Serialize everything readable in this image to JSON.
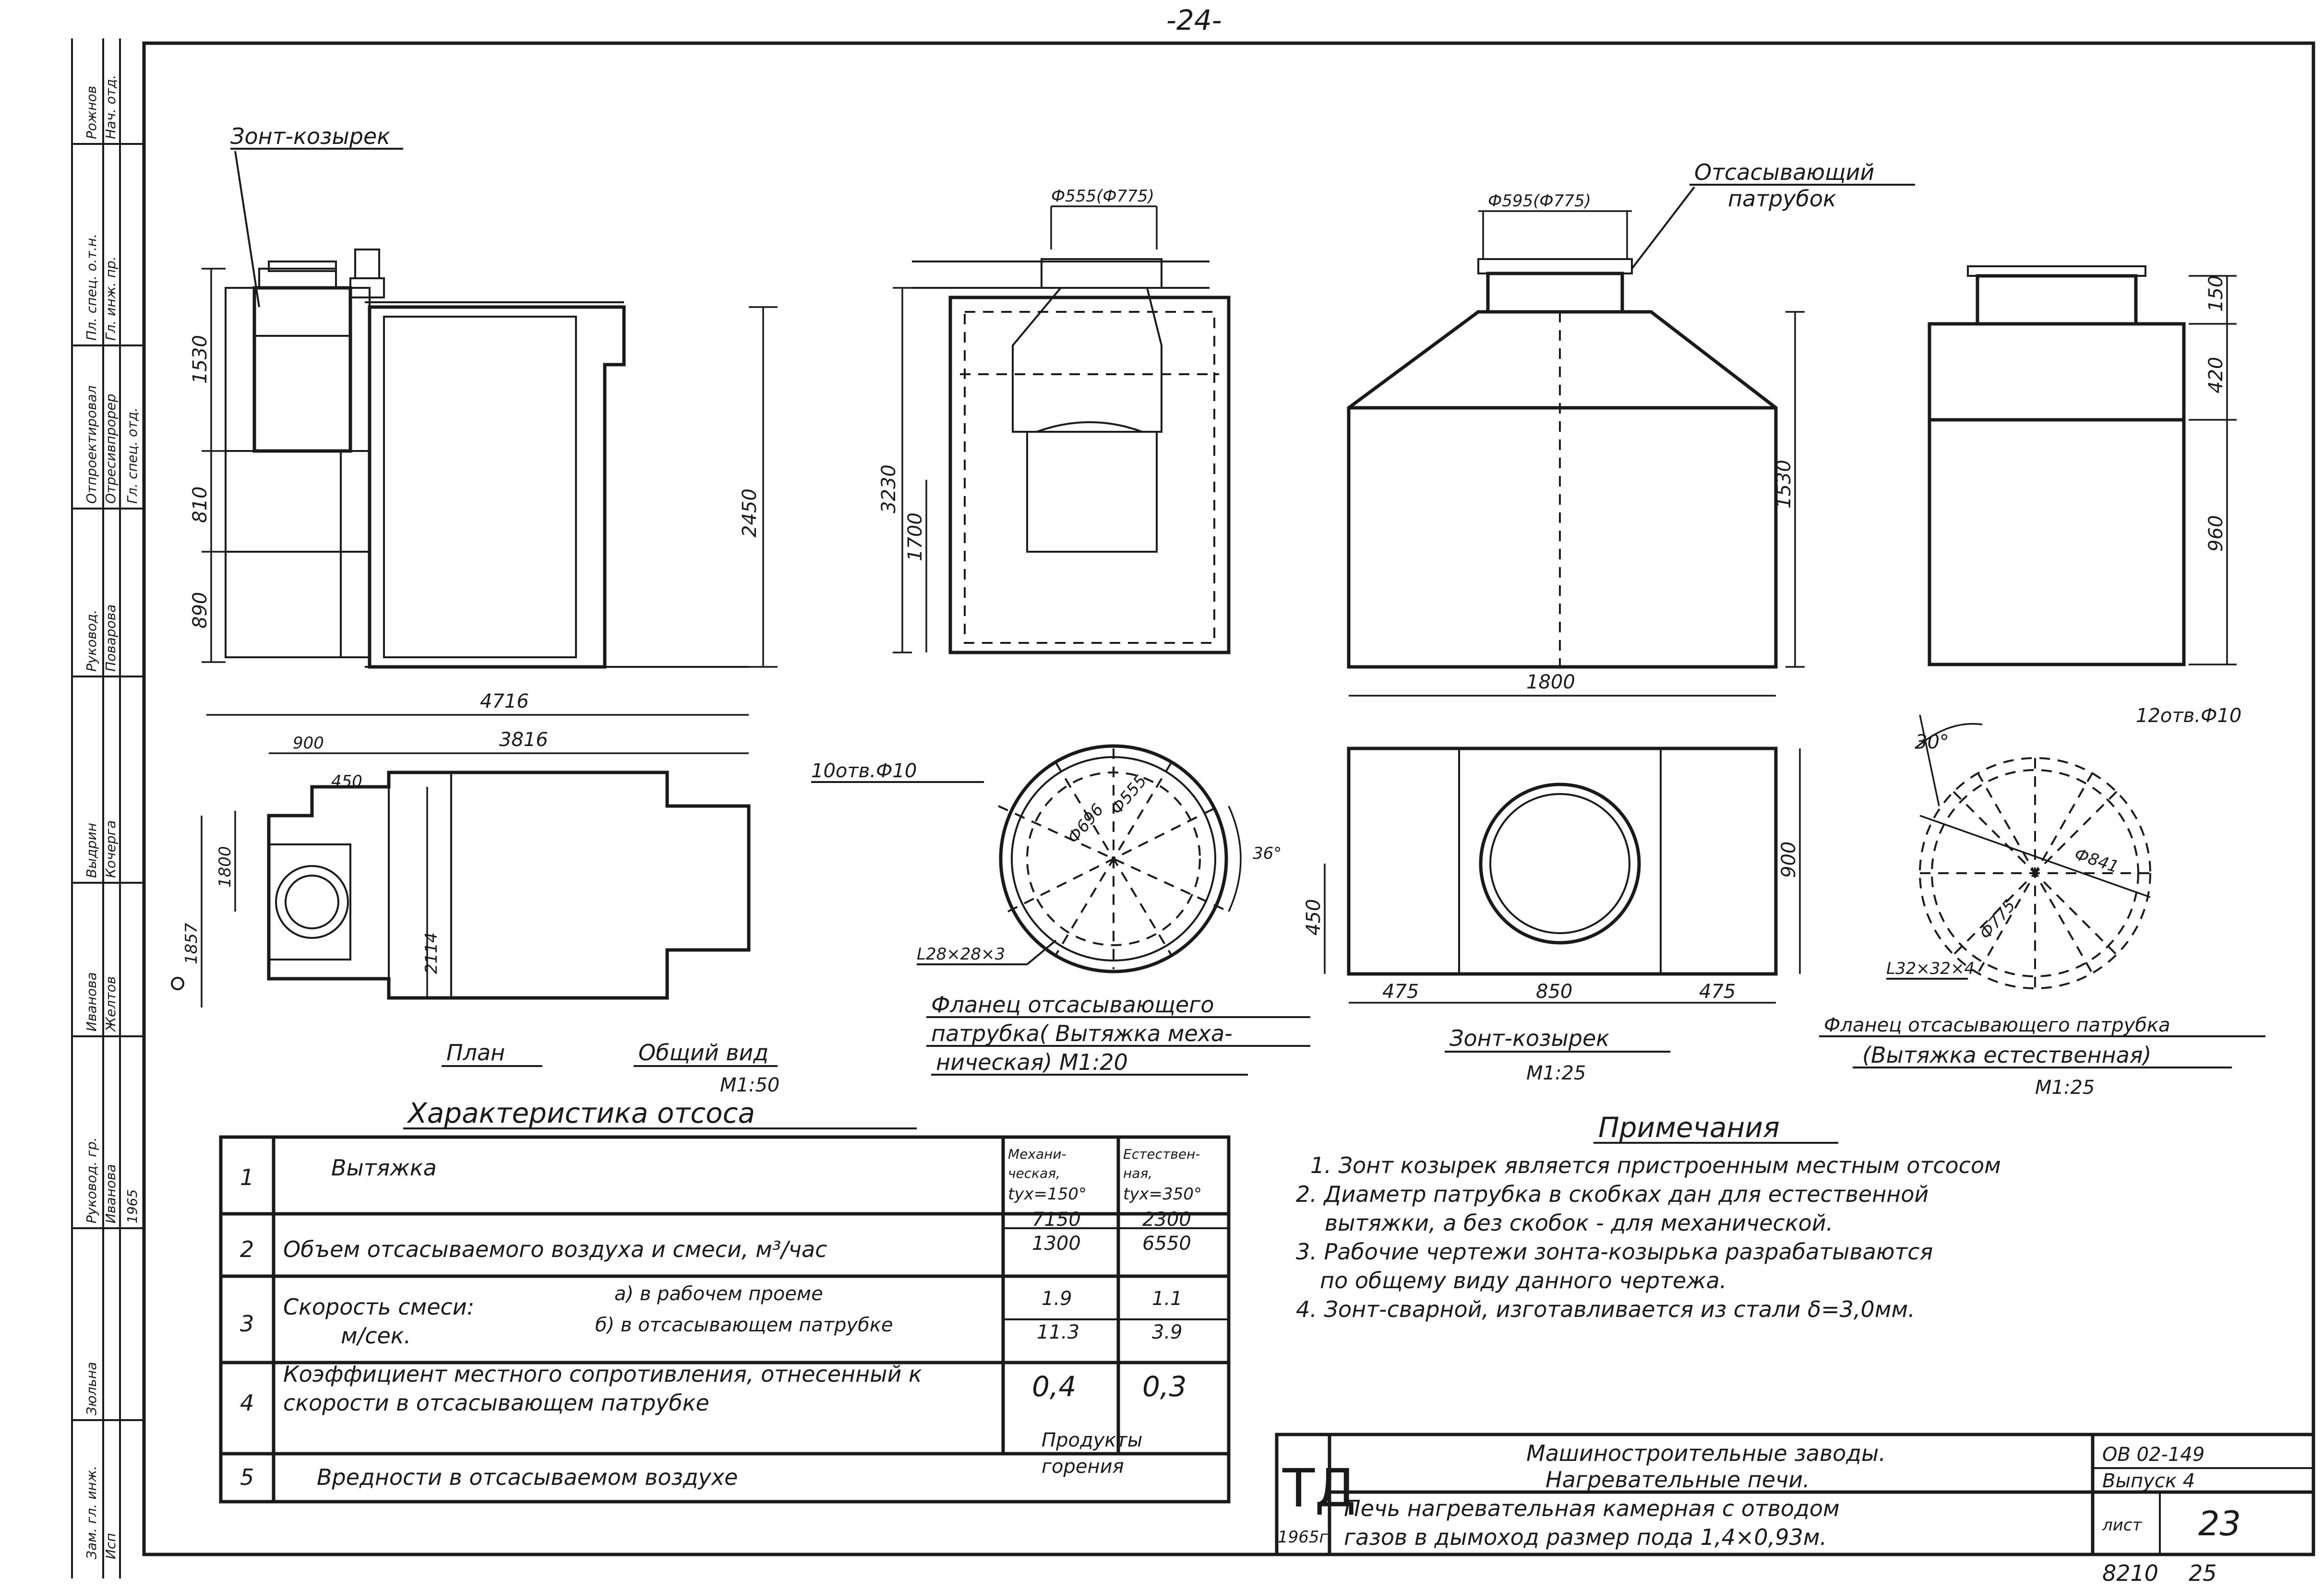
{
  "page_number": "-24-",
  "stamps_left": [
    "Зам. гл. инж.",
    "Рожнов",
    "Гл. спец. отд.",
    "Нач. отд.",
    "Гл. инж. пр.",
    "Пл. спец. о.т.н.",
    "Отпроектировал",
    "Отресивпрорер",
    "Руковод.",
    "Зюльна",
    "Выдрин",
    "Исп",
    "Иванова",
    "Желтов",
    "Руковод. гр.",
    "Иванова",
    "Кочерга",
    "Поварова",
    "1965"
  ],
  "views": {
    "general": {
      "label_hood": "Зонт-козырек",
      "dims": {
        "h1": "1530",
        "h2": "810",
        "h3": "890",
        "h_total": "2450"
      },
      "caption": "Общий вид",
      "scale": "М1:50"
    },
    "plan": {
      "caption": "План",
      "dims": {
        "total": "4716",
        "inner": "3816",
        "left": "900",
        "sub": "450",
        "width": "1800",
        "left_height": "1857",
        "depth": "2114"
      }
    },
    "flange_mech": {
      "top_label": "Ф555(Ф775)",
      "height_total": "3230",
      "height_low": "1700",
      "holes": "10отв.Ф10",
      "d_outer": "Ф696",
      "d_inner": "Ф555",
      "angle": "36°",
      "angle_profile": "L28×28×3",
      "caption_l1": "Фланец отсасывающего",
      "caption_l2": "патрубка( Вытяжка меха-",
      "caption_l3": "ническая) М1:20"
    },
    "hood": {
      "pipe_label_l1": "Отсасывающий",
      "pipe_label_l2": "патрубок",
      "top_label": "Ф595(Ф775)",
      "height": "1530",
      "width": "1800",
      "plan_height": "900",
      "plan_half": "450",
      "plan_left": "475",
      "plan_mid": "850",
      "plan_right": "475",
      "caption": "Зонт-козырек",
      "scale": "М1:25"
    },
    "flange_nat": {
      "dims": {
        "top": "150",
        "mid": "420",
        "low": "960"
      },
      "holes": "12отв.Ф10",
      "angle": "30°",
      "d_outer": "Ф841",
      "d_inner": "Ф775",
      "angle_profile": "L32×32×4",
      "caption_l1": "Фланец отсасывающего патрубка",
      "caption_l2": "(Вытяжка естественная)",
      "scale": "М1:25"
    }
  },
  "table": {
    "title": "Характеристика отсоса",
    "col_mech": [
      "Механи-",
      "ческая,",
      "tух=150°"
    ],
    "col_nat": [
      "Естествен-",
      "ная,",
      "tух=350°"
    ],
    "rows": [
      {
        "n": "1",
        "label": "Вытяжка"
      },
      {
        "n": "2",
        "label": "Объем отсасываемого воздуха и смеси, м³/час",
        "mech": [
          "7150",
          "1300"
        ],
        "nat": [
          "2300",
          "6550"
        ]
      },
      {
        "n": "3",
        "label_a": "Скорость смеси:",
        "label_b": "м/сек.",
        "sub_a": "а) в рабочем проеме",
        "sub_b": "б) в отсасывающем патрубке",
        "mech": [
          "1.9",
          "11.3"
        ],
        "nat": [
          "1.1",
          "3.9"
        ]
      },
      {
        "n": "4",
        "label_a": "Коэффициент местного сопротивления, отнесенный к",
        "label_b": "скорости в отсасывающем патрубке",
        "mech": [
          "0,4"
        ],
        "nat": [
          "0,3"
        ]
      },
      {
        "n": "5",
        "label": "Вредности в отсасываемом воздухе",
        "merged": [
          "Продукты",
          "горения"
        ]
      }
    ]
  },
  "notes": {
    "title": "Примечания",
    "items": [
      "1. Зонт козырек является пристроенным местным отсосом",
      "2. Диаметр патрубка в скобках дан для естественной",
      "вытяжки, а без скобок - для механической.",
      "3. Рабочие чертежи зонта-козырька разрабатываются",
      "по общему виду данного чертежа.",
      "4. Зонт-сварной, изготавливается из стали δ=3,0мм."
    ]
  },
  "title_block": {
    "logo": "ТД",
    "year": "1965г.",
    "line1": "Машиностроительные заводы.",
    "line2": "Нагревательные печи.",
    "line3": "Печь нагревательная камерная с отводом",
    "line4": "газов в дымоход размер пода 1,4×0,93м.",
    "series": "ОВ 02-149",
    "issue": "Выпуск 4",
    "sheet_label": "лист",
    "sheet": "23",
    "code": "8210",
    "code2": "25"
  }
}
